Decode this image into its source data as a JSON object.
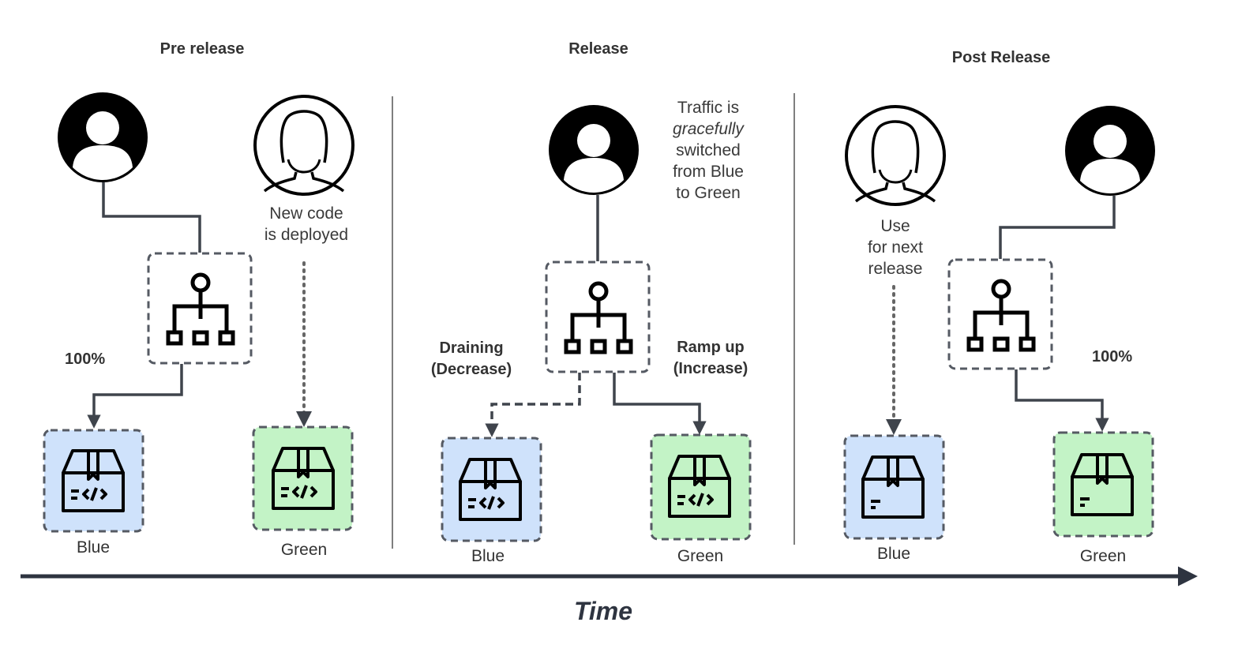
{
  "phases": {
    "pre": {
      "title": "Pre release",
      "note": [
        "New code",
        "is deployed"
      ],
      "percent": "100%",
      "blue_label": "Blue",
      "green_label": "Green"
    },
    "release": {
      "title": "Release",
      "note": [
        "Traffic is",
        "gracefully",
        "switched",
        "from Blue",
        "to Green"
      ],
      "left_label": [
        "Draining",
        "(Decrease)"
      ],
      "right_label": [
        "Ramp up",
        "(Increase)"
      ],
      "blue_label": "Blue",
      "green_label": "Green"
    },
    "post": {
      "title": "Post Release",
      "note": [
        "Use",
        "for next",
        "release"
      ],
      "percent": "100%",
      "blue_label": "Blue",
      "green_label": "Green"
    }
  },
  "axis": {
    "label": "Time"
  },
  "colors": {
    "blue_fill": "#cfe2fb",
    "green_fill": "#c3f3c6",
    "box_border": "#555a63",
    "line": "#3f444c",
    "icon": "#000000",
    "axis": "#2e3440"
  }
}
